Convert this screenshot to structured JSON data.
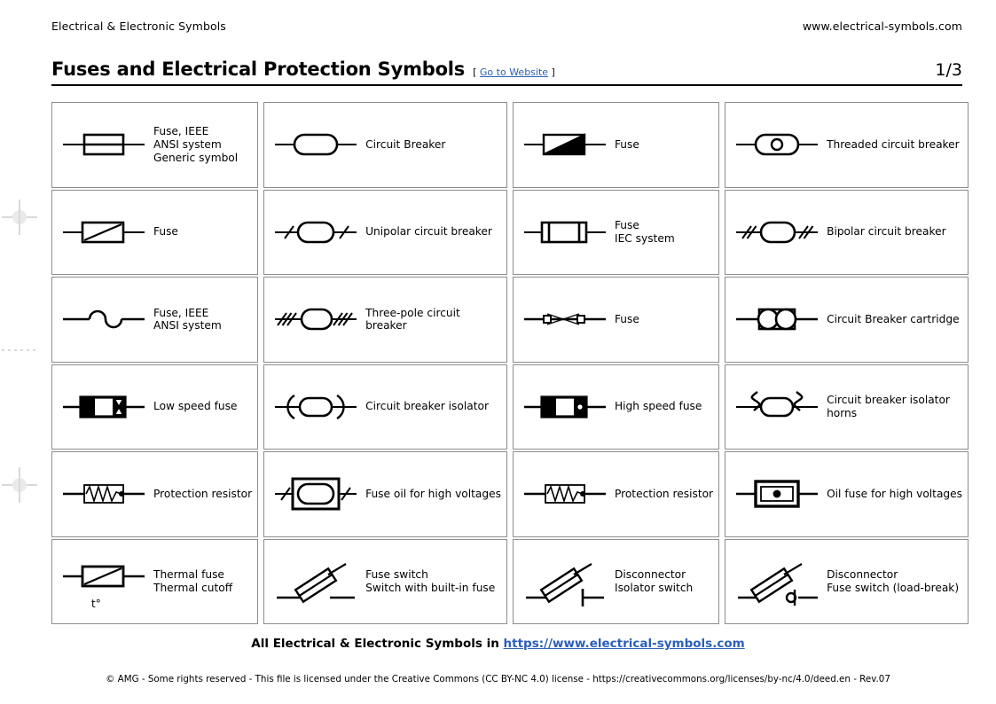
{
  "header": {
    "left_text": "Electrical & Electronic Symbols",
    "right_text": "www.electrical-symbols.com",
    "title": "Fuses and Electrical Protection Symbols",
    "link_open": "[",
    "link_label": "Go to Website",
    "link_close": "]",
    "page_number": "1/3"
  },
  "cells": [
    {
      "symbol": "fuse-rect-generic",
      "lines": [
        "Fuse, IEEE",
        "ANSI system",
        "Generic symbol"
      ]
    },
    {
      "symbol": "circuit-breaker-stadium",
      "lines": [
        "Circuit Breaker"
      ]
    },
    {
      "symbol": "fuse-triangle-filled",
      "lines": [
        "Fuse"
      ]
    },
    {
      "symbol": "threaded-circuit-breaker",
      "lines": [
        "Threaded circuit breaker"
      ]
    },
    {
      "symbol": "fuse-rect-diagonal",
      "lines": [
        "Fuse"
      ]
    },
    {
      "symbol": "unipolar-circuit-breaker",
      "lines": [
        "Unipolar circuit breaker"
      ]
    },
    {
      "symbol": "fuse-iec",
      "lines": [
        "Fuse",
        "IEC system"
      ]
    },
    {
      "symbol": "bipolar-circuit-breaker",
      "lines": [
        "Bipolar circuit breaker"
      ]
    },
    {
      "symbol": "fuse-hump-ansi",
      "lines": [
        "Fuse, IEEE",
        "ANSI system"
      ]
    },
    {
      "symbol": "three-pole-circuit-breaker",
      "lines": [
        "Three-pole circuit",
        "breaker"
      ]
    },
    {
      "symbol": "fuse-bowtie",
      "lines": [
        "Fuse"
      ]
    },
    {
      "symbol": "circuit-breaker-cartridge",
      "lines": [
        "Circuit Breaker cartridge"
      ]
    },
    {
      "symbol": "low-speed-fuse",
      "lines": [
        "Low speed fuse"
      ]
    },
    {
      "symbol": "circuit-breaker-isolator",
      "lines": [
        "Circuit breaker isolator"
      ]
    },
    {
      "symbol": "high-speed-fuse",
      "lines": [
        "High speed fuse"
      ]
    },
    {
      "symbol": "circuit-breaker-isolator-horns",
      "lines": [
        "Circuit breaker isolator",
        "horns"
      ]
    },
    {
      "symbol": "protection-resistor",
      "lines": [
        "Protection resistor"
      ]
    },
    {
      "symbol": "fuse-oil-high-voltage",
      "lines": [
        "Fuse oil for high voltages"
      ]
    },
    {
      "symbol": "protection-resistor-2",
      "lines": [
        "Protection resistor"
      ]
    },
    {
      "symbol": "oil-fuse-high-voltage",
      "lines": [
        "Oil fuse for high voltages"
      ]
    },
    {
      "symbol": "thermal-fuse",
      "lines": [
        "Thermal fuse",
        "Thermal cutoff"
      ],
      "annotation": "t°"
    },
    {
      "symbol": "fuse-switch",
      "lines": [
        "Fuse switch",
        "Switch with built-in fuse"
      ]
    },
    {
      "symbol": "disconnector-isolator",
      "lines": [
        "Disconnector",
        "Isolator switch"
      ]
    },
    {
      "symbol": "disconnector-load-break",
      "lines": [
        "Disconnector",
        "Fuse switch (load-break)"
      ]
    }
  ],
  "footer": {
    "line1_prefix": "All Electrical & Electronic Symbols in ",
    "line1_link": "https://www.electrical-symbols.com",
    "line2": "© AMG - Some rights reserved - This file is licensed under the Creative Commons (CC BY-NC 4.0) license - https://creativecommons.org/licenses/by-nc/4.0/deed.en - Rev.07"
  },
  "colors": {
    "link": "#2b5fb8",
    "border": "#8d8d8d",
    "ink": "#000000",
    "mark": "#d9d9d9"
  }
}
